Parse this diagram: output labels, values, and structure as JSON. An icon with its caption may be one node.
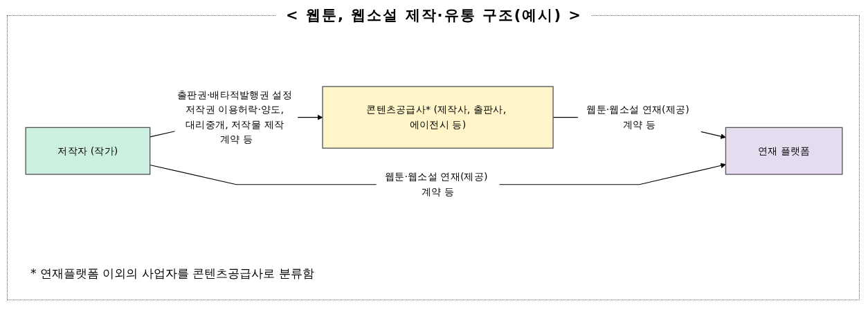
{
  "diagram": {
    "title": "< 웹툰, 웹소설 제작·유통 구조(예시) >",
    "nodes": [
      {
        "text": [
          "저작자 (작가)"
        ]
      },
      {
        "text": [
          "콘텐츠공급사* (제작사, 출판사, 에이전시 등)"
        ]
      },
      {
        "text": [
          "연재 플랫폼"
        ]
      }
    ],
    "edges": [
      {
        "from": 0,
        "to": 1,
        "arrow": "to",
        "label": "출판권·배타적발행권 설정 저작권 이용허락·양도, 대리중개, 저작물 제작 계약 등"
      },
      {
        "from": 1,
        "to": 2,
        "arrow": "to",
        "label": "웹툰·웹소설 연재(제공) 계약 등"
      },
      {
        "from": 0,
        "to": 2,
        "arrow": "to",
        "label": "웹툰·웹소설 연재(제공) 계약 등"
      }
    ],
    "labels": [
      "* 연재플랫폼 이외의 사업자를 콘텐츠공급사로 분류함"
    ]
  }
}
